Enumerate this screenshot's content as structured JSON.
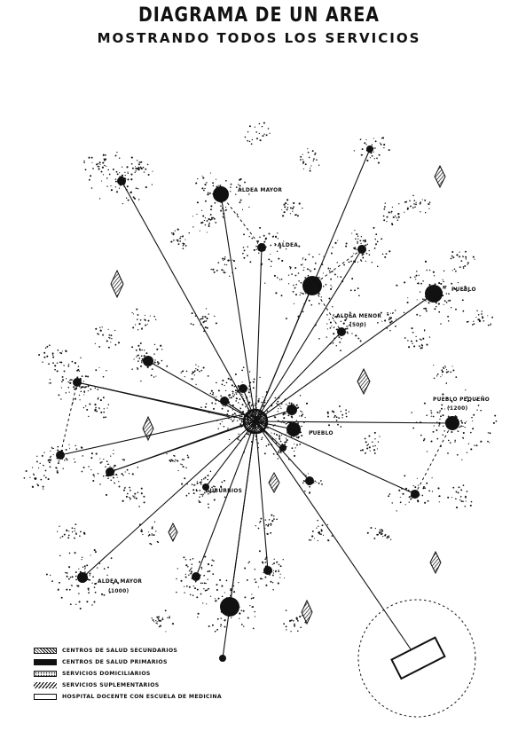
{
  "title": "DIAGRAMA DE UN AREA",
  "subtitle": "MOSTRANDO TODOS LOS SERVICIOS",
  "labels": {
    "aldea_mayor_top": "ALDEA MAYOR",
    "aldea": "ALDEA",
    "aldea_menor": "ALDEA MENOR",
    "aldea_menor_pop": "(500)",
    "pueblo_right": "PUEBLO",
    "pueblo_pequeno": "PUEBLO PEQUEÑO",
    "pueblo_pequeno_pop": "(1200)",
    "pueblo_center": "PUEBLO",
    "suburbios": "SUBURBIOS",
    "aldea_mayor_bottom": "ALDEA MAYOR",
    "aldea_mayor_bottom_pop": "(1000)"
  },
  "legend": [
    {
      "label": "CENTROS DE SALUD SECUNDARIOS",
      "swatch": "secundarios"
    },
    {
      "label": "CENTROS DE SALUD PRIMARIOS",
      "swatch": "primarios"
    },
    {
      "label": "SERVICIOS DOMICILIARIOS",
      "swatch": "domiciliarios"
    },
    {
      "label": "SERVICIOS SUPLEMENTARIOS",
      "swatch": "suplementarios"
    },
    {
      "label": "HOSPITAL DOCENTE CON ESCUELA DE MEDICINA",
      "swatch": "hospital"
    }
  ],
  "colors": {
    "ink": "#111111",
    "paper": "#ffffff"
  }
}
